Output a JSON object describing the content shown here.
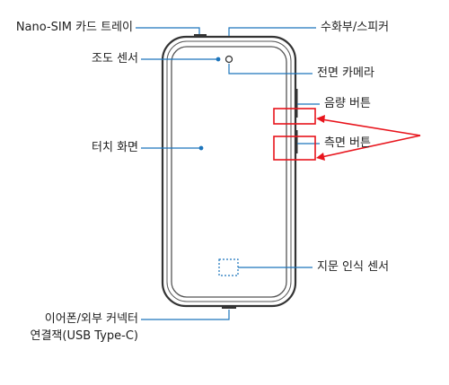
{
  "labels": {
    "nano_sim_tray": "Nano-SIM 카드 트레이",
    "proximity_sensor": "조도 센서",
    "touch_screen": "터치 화면",
    "earphone_connector_line1": "이어폰/외부 커넥터",
    "earphone_connector_line2": "연결잭(USB Type-C)",
    "receiver_speaker": "수화부/스피커",
    "front_camera": "전면 카메라",
    "volume_button": "음량 버튼",
    "side_button": "측면 버튼",
    "fingerprint_sensor": "지문 인식 센서"
  },
  "colors": {
    "leader_line": "#1c75bc",
    "highlight": "#e8141c",
    "device_outline": "#333333"
  }
}
